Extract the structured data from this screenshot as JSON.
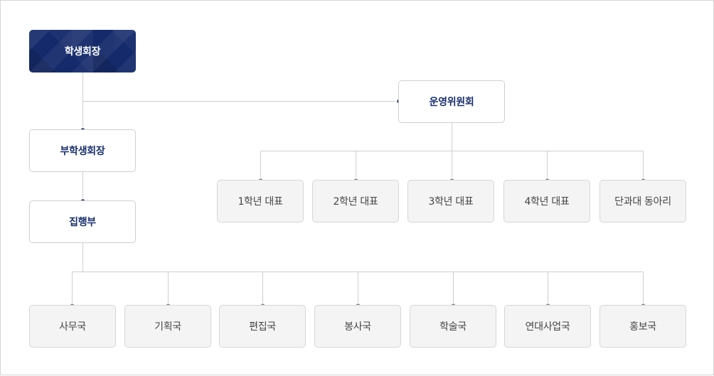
{
  "org": {
    "president": "학생회장",
    "vice_president": "부학생회장",
    "executive": "집행부",
    "committee": "운영위원회",
    "representatives": [
      "1학년 대표",
      "2학년 대표",
      "3학년 대표",
      "4학년 대표",
      "단과대 동아리"
    ],
    "departments": [
      "사무국",
      "기획국",
      "편집국",
      "봉사국",
      "학술국",
      "연대사업국",
      "홍보국"
    ]
  },
  "colors": {
    "primary": "#142a6a",
    "accent_text": "#1a2f6e",
    "line": "#cfcfcf",
    "gray_box": "#f4f4f4"
  }
}
